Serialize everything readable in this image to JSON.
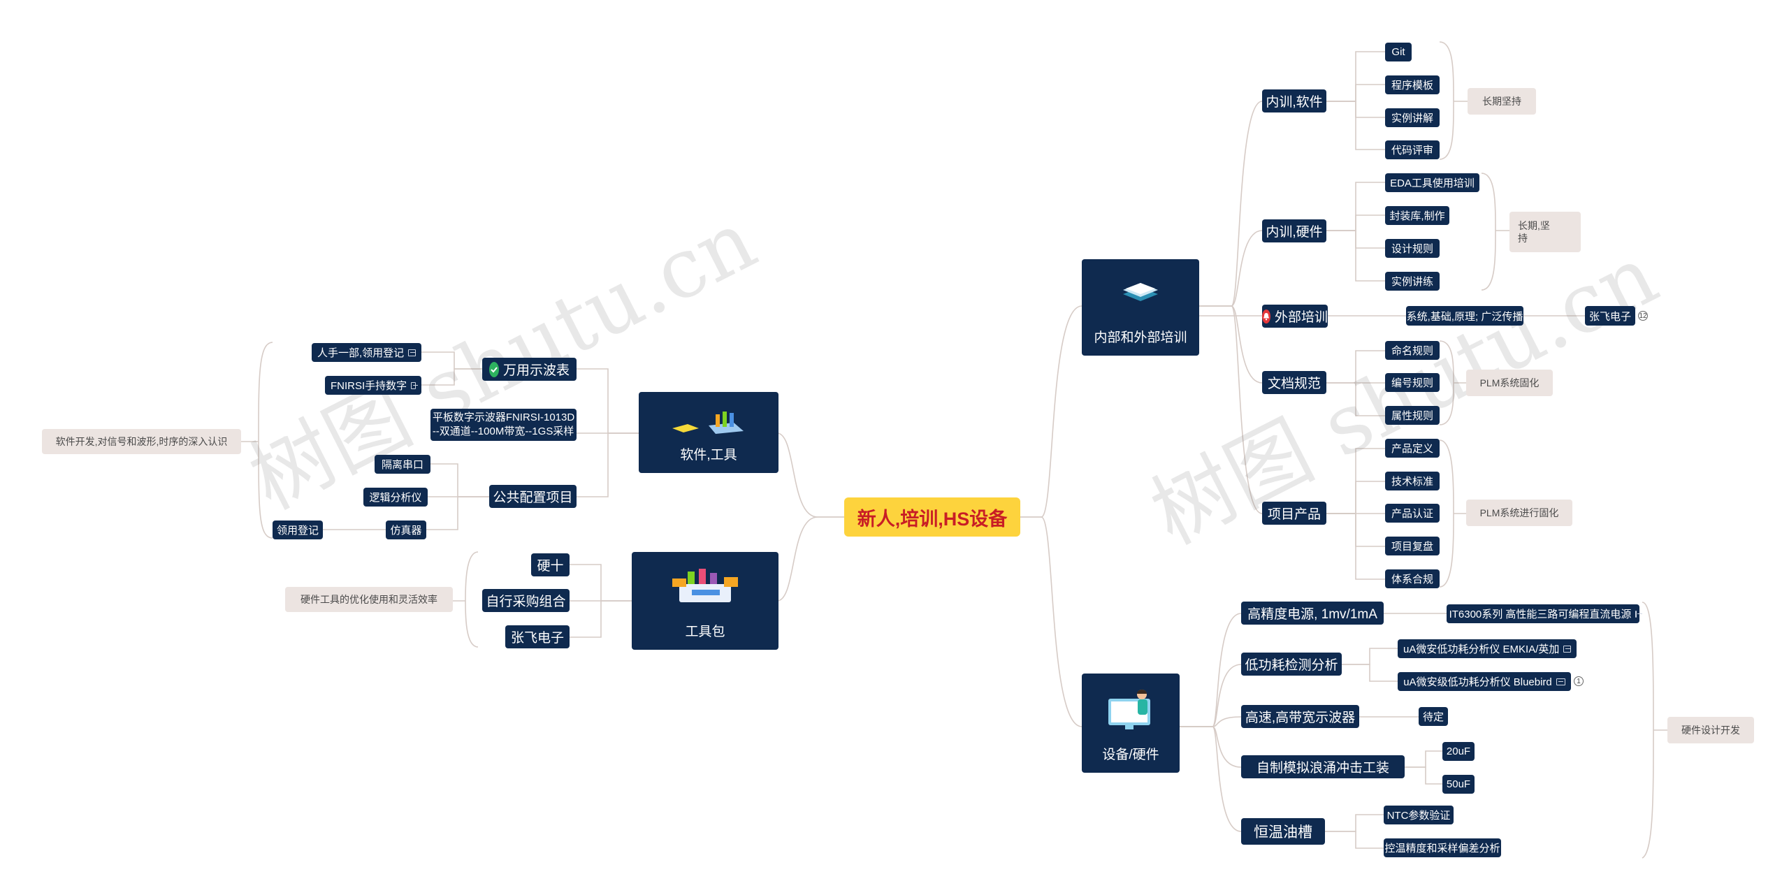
{
  "root": {
    "label": "新人,培训,HS设备"
  },
  "watermark": "树图 shutu.cn",
  "left": {
    "software_tools": {
      "label": "软件,工具",
      "multimeter": {
        "label": "万用示波表",
        "children": [
          "人手一部,领用登记",
          "FNIRSI手持数字"
        ]
      },
      "tablet_scope": {
        "line1": "平板数字示波器FNIRSI-1013D",
        "line2": "--双通道--100M带宽--1GS采样"
      },
      "common_items": {
        "label": "公共配置项目",
        "children": [
          "隔离串口",
          "逻辑分析仪",
          "仿真器"
        ],
        "emulator_note": "领用登记"
      },
      "summary": "软件开发,对信号和波形,时序的深入认识"
    },
    "toolkit": {
      "label": "工具包",
      "children": [
        "硬十",
        "自行采购组合",
        "张飞电子"
      ],
      "summary": "硬件工具的优化使用和灵活效率"
    }
  },
  "right": {
    "training": {
      "label": "内部和外部培训",
      "software": {
        "label": "内训,软件",
        "children": [
          "Git",
          "程序模板",
          "实例讲解",
          "代码评审"
        ],
        "summary": "长期坚持"
      },
      "hardware": {
        "label": "内训,硬件",
        "children": [
          "EDA工具使用培训",
          "封装库,制作",
          "设计规则",
          "实例讲练"
        ],
        "summary_l1": "长期,坚",
        "summary_l2": "持"
      },
      "external": {
        "label": "外部培训",
        "child": "系统,基础,原理; 广泛传播",
        "grandchild": "张飞电子",
        "badge": "12"
      },
      "docs": {
        "label": "文档规范",
        "children": [
          "命名规则",
          "编号规则",
          "属性规则"
        ],
        "summary": "PLM系统固化"
      },
      "products": {
        "label": "项目产品",
        "children": [
          "产品定义",
          "技术标准",
          "产品认证",
          "项目复盘",
          "体系合规"
        ],
        "summary": "PLM系统进行固化"
      }
    },
    "equipment": {
      "label": "设备/硬件",
      "power": {
        "label": "高精度电源, 1mv/1mA",
        "child": "IT6300系列 高性能三路可编程直流电源"
      },
      "lowpower": {
        "label": "低功耗检测分析",
        "children": [
          "uA微安低功耗分析仪 EMKIA/英加",
          "uA微安级低功耗分析仪 Bluebird"
        ],
        "badge": "1"
      },
      "scope": {
        "label": "高速,高带宽示波器",
        "child": "待定"
      },
      "surge": {
        "label": "自制模拟浪涌冲击工装",
        "children": [
          "20uF",
          "50uF"
        ]
      },
      "oilbath": {
        "label": "恒温油槽",
        "children": [
          "NTC参数验证",
          "控温精度和采样偏差分析"
        ]
      },
      "summary": "硬件设计开发"
    }
  },
  "colors": {
    "node": "#0f2a4f",
    "root": "#fdd33d",
    "root_text": "#c81d25",
    "link": "#d6cbc6",
    "tag": "#ece4e1"
  }
}
